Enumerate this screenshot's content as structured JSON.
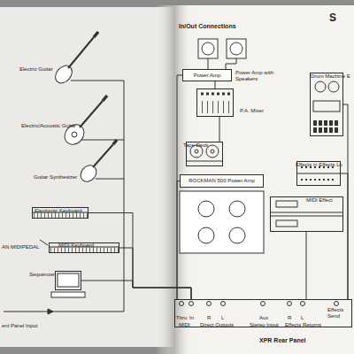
{
  "diagram": {
    "title": "In/Out Connections",
    "nodes": [
      {
        "text": [
          "Electronic Keyboard"
        ]
      },
      {
        "text": [
          "MIDI Keyboard"
        ]
      },
      {
        "text": [
          "Sequencer"
        ]
      },
      {
        "text": [
          "Power Amp"
        ]
      },
      {
        "text": [
          "P.A. Mixer"
        ]
      },
      {
        "text": [
          "Tape Deck"
        ]
      },
      {
        "text": [
          "ROCKMAN 500 Power Amp"
        ]
      },
      {
        "text": [
          "Drum Machine E"
        ]
      },
      {
        "text": [
          "Effects in Effects Lo"
        ]
      },
      {
        "text": [
          "MIDI Effect"
        ]
      },
      {
        "text": [
          "XPR Rear Panel"
        ]
      }
    ],
    "edges": [
      {
        "from": 0,
        "to": 10,
        "arrow": "none"
      },
      {
        "from": 1,
        "to": 10,
        "arrow": "none"
      },
      {
        "from": 2,
        "to": 10,
        "arrow": "none"
      },
      {
        "from": 3,
        "to": 10,
        "arrow": "none"
      },
      {
        "from": 4,
        "to": 3,
        "arrow": "none"
      },
      {
        "from": 5,
        "to": 4,
        "arrow": "none"
      },
      {
        "from": 6,
        "to": 10,
        "arrow": "none"
      },
      {
        "from": 7,
        "to": 10,
        "arrow": "none"
      },
      {
        "from": 8,
        "to": 10,
        "arrow": "none"
      },
      {
        "from": 9,
        "to": 10,
        "arrow": "none"
      }
    ],
    "labels": [
      "S",
      "Electric Guitar",
      "Electric/Acoustic Guitar",
      "Guitar Synthesizer",
      "AN MIDIPEDAL",
      "ent Panel Input",
      "Power Amp with Speakers",
      "Thru",
      "In",
      "MIDI",
      "R",
      "L",
      "Direct Outputs",
      "Aux",
      "Stereo Input",
      "R",
      "L",
      "Effects Returns",
      "Effects Send"
    ]
  }
}
